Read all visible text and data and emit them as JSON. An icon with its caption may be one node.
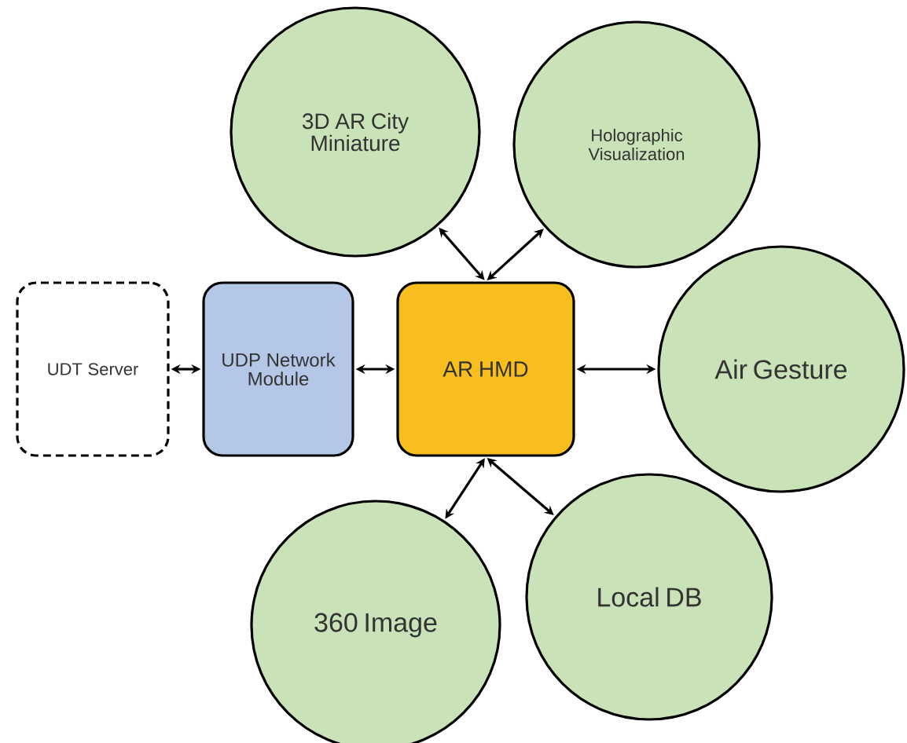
{
  "diagram": {
    "nodes": [
      {
        "text": [
          "3D AR City Miniature"
        ]
      },
      {
        "text": [
          "Holographic Visualization"
        ]
      },
      {
        "text": [
          "UDT Server"
        ]
      },
      {
        "text": [
          "UDP Network Module"
        ]
      },
      {
        "text": [
          "AR HMD"
        ]
      },
      {
        "text": [
          "Air Gesture"
        ]
      },
      {
        "text": [
          "360 Image"
        ]
      },
      {
        "text": [
          "Local DB"
        ]
      }
    ],
    "edges": [
      {
        "from": 2,
        "to": 3,
        "arrow": "both"
      },
      {
        "from": 3,
        "to": 4,
        "arrow": "both"
      },
      {
        "from": 4,
        "to": 5,
        "arrow": "both"
      },
      {
        "from": 0,
        "to": 4,
        "arrow": "both"
      },
      {
        "from": 1,
        "to": 4,
        "arrow": "both"
      },
      {
        "from": 4,
        "to": 6,
        "arrow": "both"
      },
      {
        "from": 4,
        "to": 7,
        "arrow": "both"
      }
    ]
  }
}
